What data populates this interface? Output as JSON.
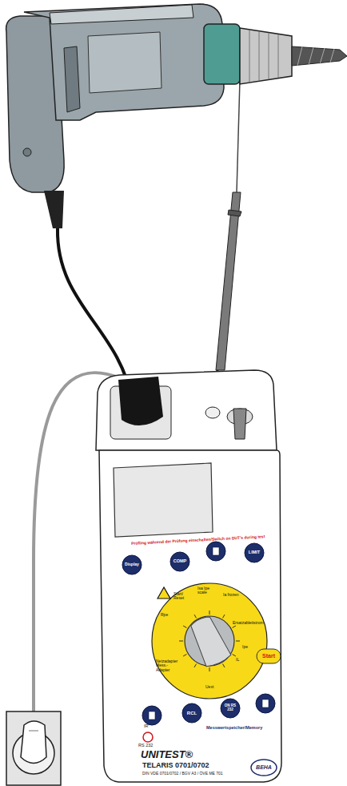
{
  "diagram": {
    "nodes": [
      {
        "text": [
          "Prüfling während der Prüfung einschalten/Switch on DUT's during test",
          "IR",
          "RS 232",
          "Messwertspeicher/Memory",
          "UNITEST®",
          "TELARIS 0701/0702",
          "DIN VDE 0701/0702 / BGV A3 / ÖVE ME 701"
        ]
      },
      {
        "text": [
          "Display"
        ],
        "in": 0
      },
      {
        "text": [
          "COMP"
        ],
        "in": 0
      },
      {
        "text": [
          "LIMIT"
        ],
        "in": 0
      },
      {
        "text": [
          "Start/ Reset",
          "Rpe",
          "Isa Ipe scale",
          "Ia frozen",
          "Ersatzableitstrom",
          "Ipe",
          "IL",
          "Uext",
          "Netzadapter Mess.-Adapter"
        ],
        "in": 0
      },
      {
        "text": [
          "Start"
        ],
        "in": 0
      },
      {
        "text": [
          "RCL"
        ],
        "in": 0
      },
      {
        "text": [
          "ON RS 232"
        ],
        "in": 0
      },
      {
        "text": [
          "BEHA"
        ],
        "in": 0
      }
    ]
  }
}
